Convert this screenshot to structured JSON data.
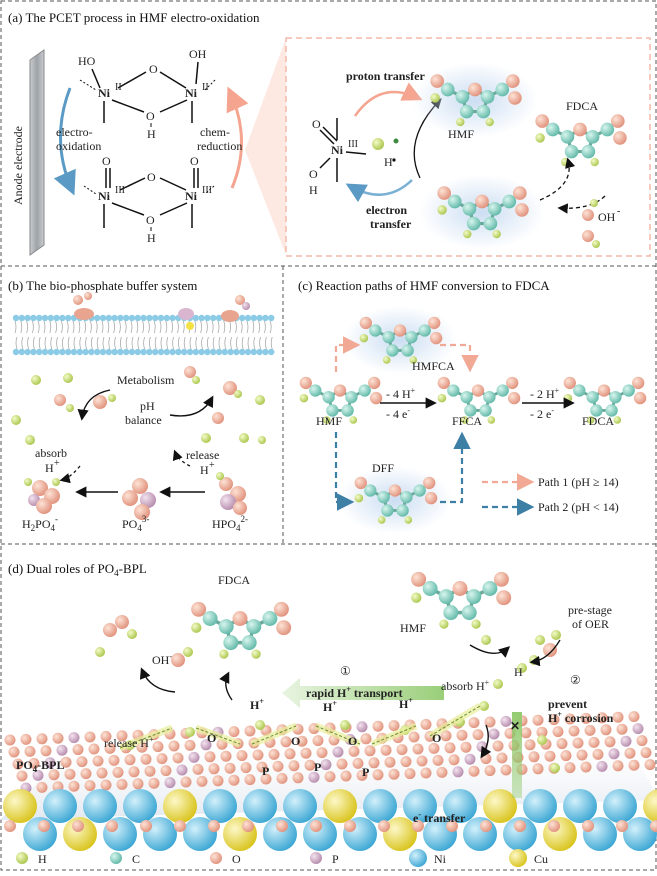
{
  "panel_a": {
    "title": "(a) The PCET process in HMF electro-oxidation",
    "anode_label": "Anode electrode",
    "top_left_group": "HO",
    "top_right_group": "OH",
    "bridge_o": "O",
    "bridge_h": "H",
    "ni2_left": "Ni",
    "ni2_left_sup": "II",
    "ni2_right": "Ni",
    "ni2_right_sup": "II",
    "ni3_left": "Ni",
    "ni3_left_sup": "III",
    "ni3_right": "Ni",
    "ni3_right_sup": "III",
    "bottom_bridge_o": "O",
    "bottom_bridge_h": "H",
    "oxo_left": "O",
    "oxo_right": "O",
    "left_arrow_1": "electro-",
    "left_arrow_2": "oxidation",
    "right_arrow_1": "chem-",
    "right_arrow_2": "reduction",
    "proton_transfer": "proton transfer",
    "electron_transfer_1": "electron",
    "electron_transfer_2": "transfer",
    "inset_ni": "Ni",
    "inset_ni_sup": "III",
    "inset_o": "O",
    "inset_oh_o": "O",
    "inset_oh_h": "H",
    "h_dot": "H",
    "hmf_label": "HMF",
    "fdca_label": "FDCA",
    "oh_label": "OH",
    "oh_sup": "-"
  },
  "panel_b": {
    "title": "(b) The bio-phosphate buffer system",
    "metabolism": "Metabolism",
    "ph_1": "pH",
    "ph_2": "balance",
    "absorb": "absorb",
    "absorb_h": "H",
    "release": "release",
    "release_h": "H",
    "h2po4": "H",
    "h2po4_sub": "2",
    "h2po4_rest": "PO",
    "h2po4_sub2": "4",
    "h2po4_sup": "-",
    "po4": "PO",
    "po4_sub": "4",
    "po4_sup": "3-",
    "hpo4": "HPO",
    "hpo4_sub": "4",
    "hpo4_sup": "2-"
  },
  "panel_c": {
    "title": "(c) Reaction paths of HMF conversion to FDCA",
    "hmf": "HMF",
    "hmfca": "HMFCA",
    "dff": "DFF",
    "ffca": "FFCA",
    "fdca": "FDCA",
    "step1_top": "- 4 H",
    "step1_bot": "- 4 e",
    "step2_top": "- 2 H",
    "step2_bot": "- 2 e",
    "path1": "Path 1 (pH ≥ 14)",
    "path2": "Path 2 (pH < 14)",
    "path1_color": "#f4b8a8",
    "path2_color": "#4a8ab0"
  },
  "panel_d": {
    "title": "(d) Dual roles of PO",
    "title_sub": "4",
    "title_rest": "-BPL",
    "fdca": "FDCA",
    "hmf": "HMF",
    "oh": "OH",
    "oh_sup": "-",
    "pre_stage_1": "pre-stage",
    "pre_stage_2": "of OER",
    "num1": "①",
    "rapid": "rapid H",
    "rapid_rest": " transport",
    "num2": "②",
    "prevent_1": "prevent",
    "prevent_2": "H",
    "prevent_2_rest": " corrosion",
    "absorb_h": "absorb H",
    "release_h": "release H",
    "po4bpl": "PO",
    "po4bpl_sub": "4",
    "po4bpl_rest": "-BPL",
    "h_plus": "H",
    "o_label": "O",
    "p_label": "P",
    "h_label": "H",
    "e_transfer": "e",
    "e_transfer_rest": " transfer",
    "legend": [
      {
        "symbol": "H",
        "color": "#d6e88a"
      },
      {
        "symbol": "C",
        "color": "#8fd6c8"
      },
      {
        "symbol": "O",
        "color": "#f2b59f"
      },
      {
        "symbol": "P",
        "color": "#d9b5cf"
      },
      {
        "symbol": "Ni",
        "color": "#6ec7e6"
      },
      {
        "symbol": "Cu",
        "color": "#f3e244"
      }
    ],
    "green_color": "#5a9a3a"
  }
}
